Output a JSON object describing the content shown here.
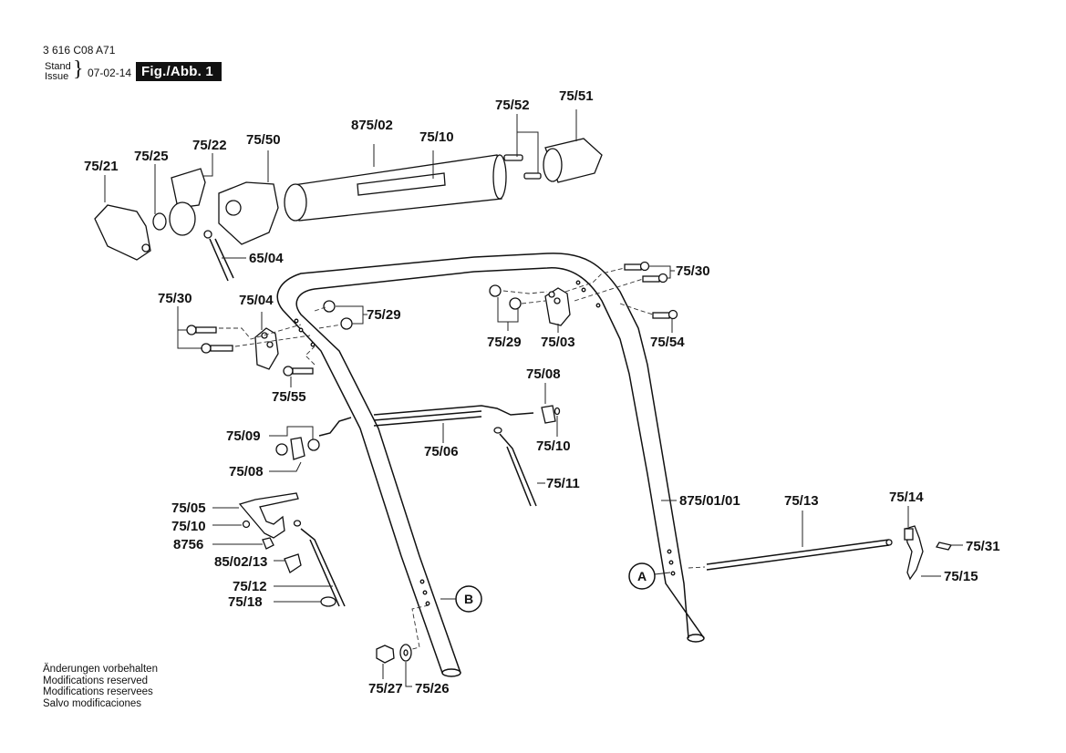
{
  "header": {
    "doc_number": "3 616 C08 A71",
    "stand_label": "Stand",
    "issue_label": "Issue",
    "brace": "}",
    "date": "07-02-14",
    "figure_label": "Fig./Abb. 1"
  },
  "footer": {
    "lines": [
      "Änderungen vorbehalten",
      "Modifications reserved",
      "Modifications reservees",
      "Salvo modificaciones"
    ]
  },
  "parts": {
    "p75_21": "75/21",
    "p75_25": "75/25",
    "p75_22": "75/22",
    "p75_50": "75/50",
    "p875_02": "875/02",
    "p75_10_top": "75/10",
    "p75_52": "75/52",
    "p75_51": "75/51",
    "p65_04": "65/04",
    "p75_30_left": "75/30",
    "p75_04": "75/04",
    "p75_29_left": "75/29",
    "p75_55": "75/55",
    "p75_29_right": "75/29",
    "p75_03": "75/03",
    "p75_30_right": "75/30",
    "p75_54": "75/54",
    "p75_08_right": "75/08",
    "p75_10_right": "75/10",
    "p75_09": "75/09",
    "p75_08_left": "75/08",
    "p75_06": "75/06",
    "p75_11": "75/11",
    "p75_05": "75/05",
    "p75_10_left": "75/10",
    "p8756": "8756",
    "p85_02_13": "85/02/13",
    "p75_12": "75/12",
    "p75_18": "75/18",
    "p875_01_01": "875/01/01",
    "p75_13": "75/13",
    "p75_14": "75/14",
    "p75_31": "75/31",
    "p75_15": "75/15",
    "p75_27": "75/27",
    "p75_26": "75/26"
  },
  "callouts": {
    "a": "A",
    "b": "B"
  }
}
